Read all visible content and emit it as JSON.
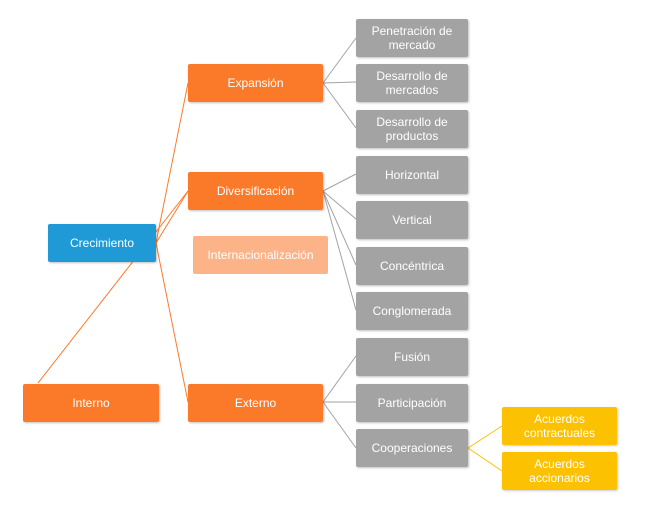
{
  "colors": {
    "root": "#1f9ad6",
    "branch": "#fb7a2a",
    "faded": "#fcb387",
    "leaf": "#a3a3a3",
    "sub_leaf": "#fcc100"
  },
  "nodes": {
    "crecimiento": "Crecimiento",
    "interno": "Interno",
    "expansion": "Expansión",
    "diversificacion": "Diversificación",
    "internacionalizacion": "Internacionalización",
    "externo": "Externo",
    "penetracion": "Penetración de\nmercado",
    "desarrollo_mercados": "Desarrollo de\nmercados",
    "desarrollo_productos": "Desarrollo de\nproductos",
    "horizontal": "Horizontal",
    "vertical": "Vertical",
    "concentrica": "Concéntrica",
    "conglomerada": "Conglomerada",
    "fusion": "Fusión",
    "participacion": "Participación",
    "cooperaciones": "Cooperaciones",
    "acuerdos_contractuales": "Acuerdos\ncontractuales",
    "acuerdos_accionarios": "Acuerdos\naccionarios"
  }
}
